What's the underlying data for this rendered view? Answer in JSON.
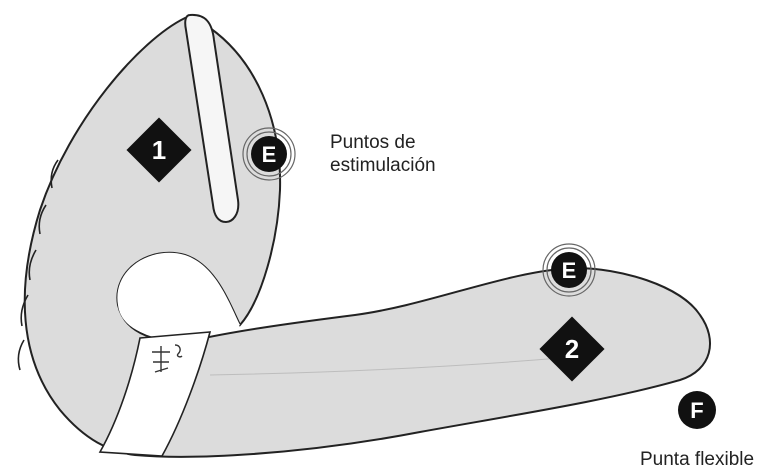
{
  "markers": {
    "zone_1": "1",
    "zone_2": "2",
    "stimulation_point": "E",
    "flexible_tip": "F"
  },
  "labels": {
    "stimulation_line1": "Puntos de",
    "stimulation_line2": "estimulación",
    "flexible_tip": "Punta flexible"
  },
  "colors": {
    "body_fill": "#dcdcdc",
    "outline": "#222222",
    "marker": "#111111",
    "marker_text": "#ffffff"
  }
}
